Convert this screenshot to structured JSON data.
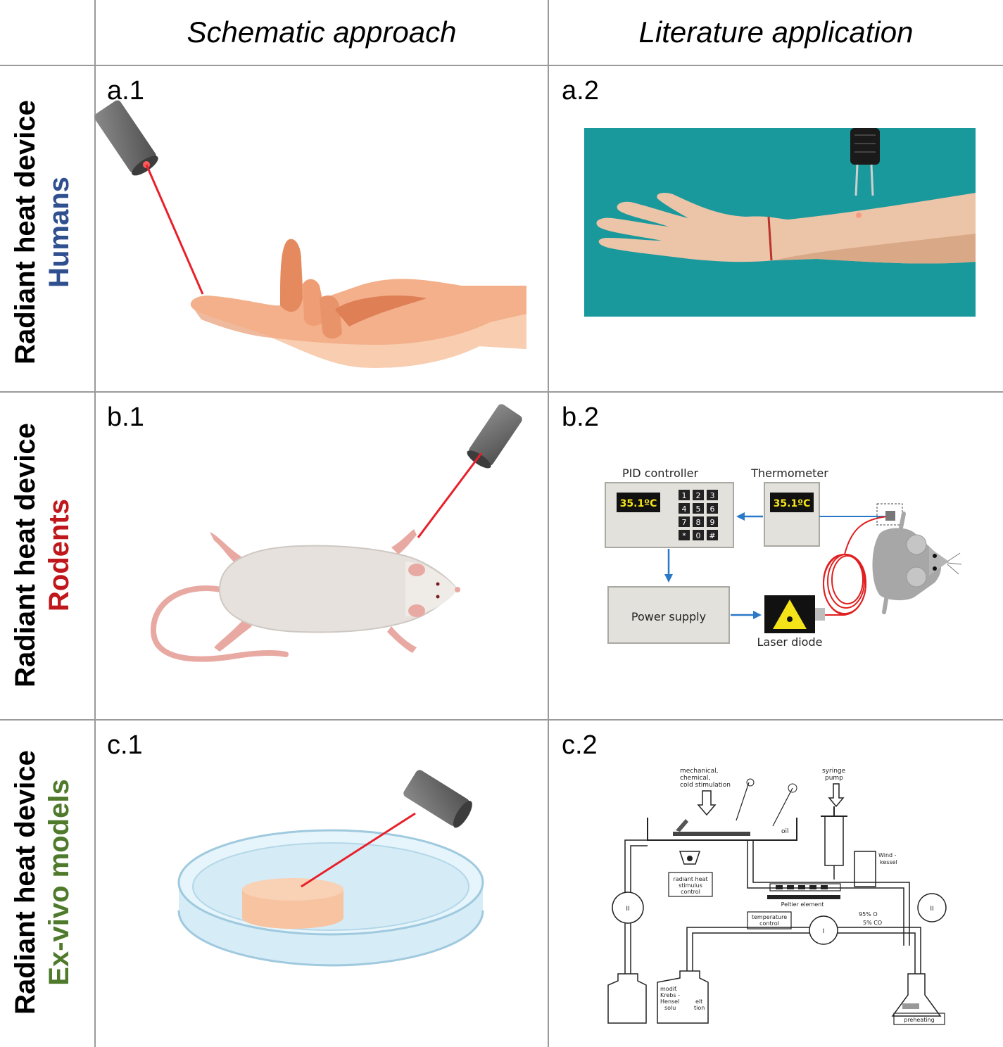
{
  "headers": {
    "schematic": "Schematic approach",
    "literature": "Literature application"
  },
  "rows": [
    {
      "device": "Radiant heat device",
      "subject": "Humans",
      "subject_color": "#2f4f8f"
    },
    {
      "device": "Radiant heat device",
      "subject": "Rodents",
      "subject_color": "#c0171c"
    },
    {
      "device": "Radiant heat device",
      "subject": "Ex-vivo models",
      "subject_color": "#4f7a2c"
    }
  ],
  "panels": {
    "a1": "a.1",
    "a2": "a.2",
    "b1": "b.1",
    "b2": "b.2",
    "c1": "c.1",
    "c2": "c.2"
  },
  "b2_diagram": {
    "pid_controller": "PID controller",
    "thermometer": "Thermometer",
    "display_pid": "35.1ºC",
    "display_thermo": "35.1ºC",
    "keypad": [
      "1",
      "2",
      "3",
      "4",
      "5",
      "6",
      "7",
      "8",
      "9",
      "*",
      "0",
      "#"
    ],
    "power_supply": "Power supply",
    "laser_diode": "Laser diode"
  },
  "c2_diagram": {
    "stim_l1": "mechanical,",
    "stim_l2": "chemical,",
    "stim_l3": "cold stimulation",
    "syringe_l1": "syringe",
    "syringe_l2": "pump",
    "oil": "oil",
    "wind_l1": "Wind -",
    "wind_l2": "kessel",
    "radiant_l1": "radiant heat",
    "radiant_l2": "stimulus",
    "radiant_l3": "control",
    "peltier": "Peltier element",
    "temp_l1": "temperature",
    "temp_l2": "control",
    "gas_l1": "95% O",
    "gas_l2": "5% CO",
    "roman_2": "II",
    "roman_1": "I",
    "sol_l1": "modif.",
    "sol_l2": "Krebs -",
    "sol_l3": "Hensel",
    "sol_l4": "solu",
    "sol_l5": "eit",
    "sol_l6": "tion",
    "preheating": "preheating"
  },
  "colors": {
    "grid_line": "#9a9a9a",
    "laser": "#e8202a",
    "skin_dark": "#e58a5e",
    "skin_light": "#f6c4a4",
    "drape": "#1d9ea0",
    "device_gray": "#707070",
    "rodent_body": "#e6e1dd",
    "rodent_pink": "#e9a9a3",
    "petri_blue": "#cfe9f5",
    "tissue": "#f7c3a0",
    "panel_box": "#e2e1dc",
    "arrow_blue": "#2a78c8",
    "display_yellow": "#f5e31a"
  }
}
